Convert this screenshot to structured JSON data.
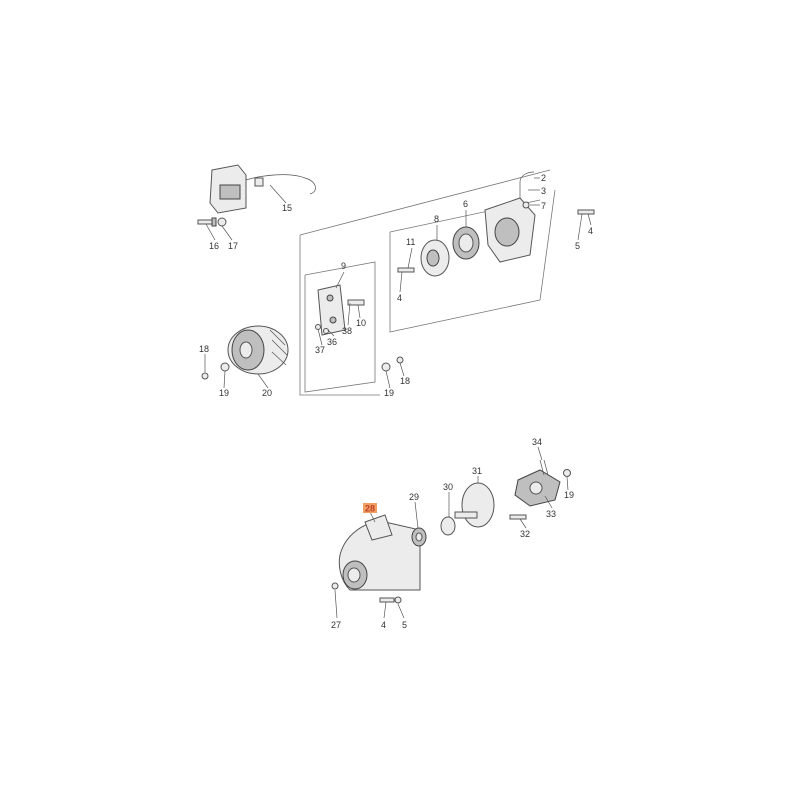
{
  "colors": {
    "highlight": "#f0a060",
    "highlight_text": "#c0402a"
  },
  "callouts": {
    "c1": "2",
    "c2": "3",
    "c3": "7",
    "c4": "4",
    "c5": "5",
    "c6": "6",
    "c7": "8",
    "c8": "11",
    "c9": "4",
    "c10": "15",
    "c11": "16",
    "c12": "17",
    "c13": "9",
    "c14": "38",
    "c15": "10",
    "c16": "36",
    "c17": "37",
    "c18": "18",
    "c19": "19",
    "c20": "20",
    "c21": "19",
    "c22": "18",
    "c23": "34",
    "c24": "31",
    "c25": "30",
    "c26": "29",
    "c27": "19",
    "c28": "33",
    "c29": "32",
    "c30": "27",
    "c31": "4",
    "c32": "5"
  },
  "highlighted_callout": "28"
}
